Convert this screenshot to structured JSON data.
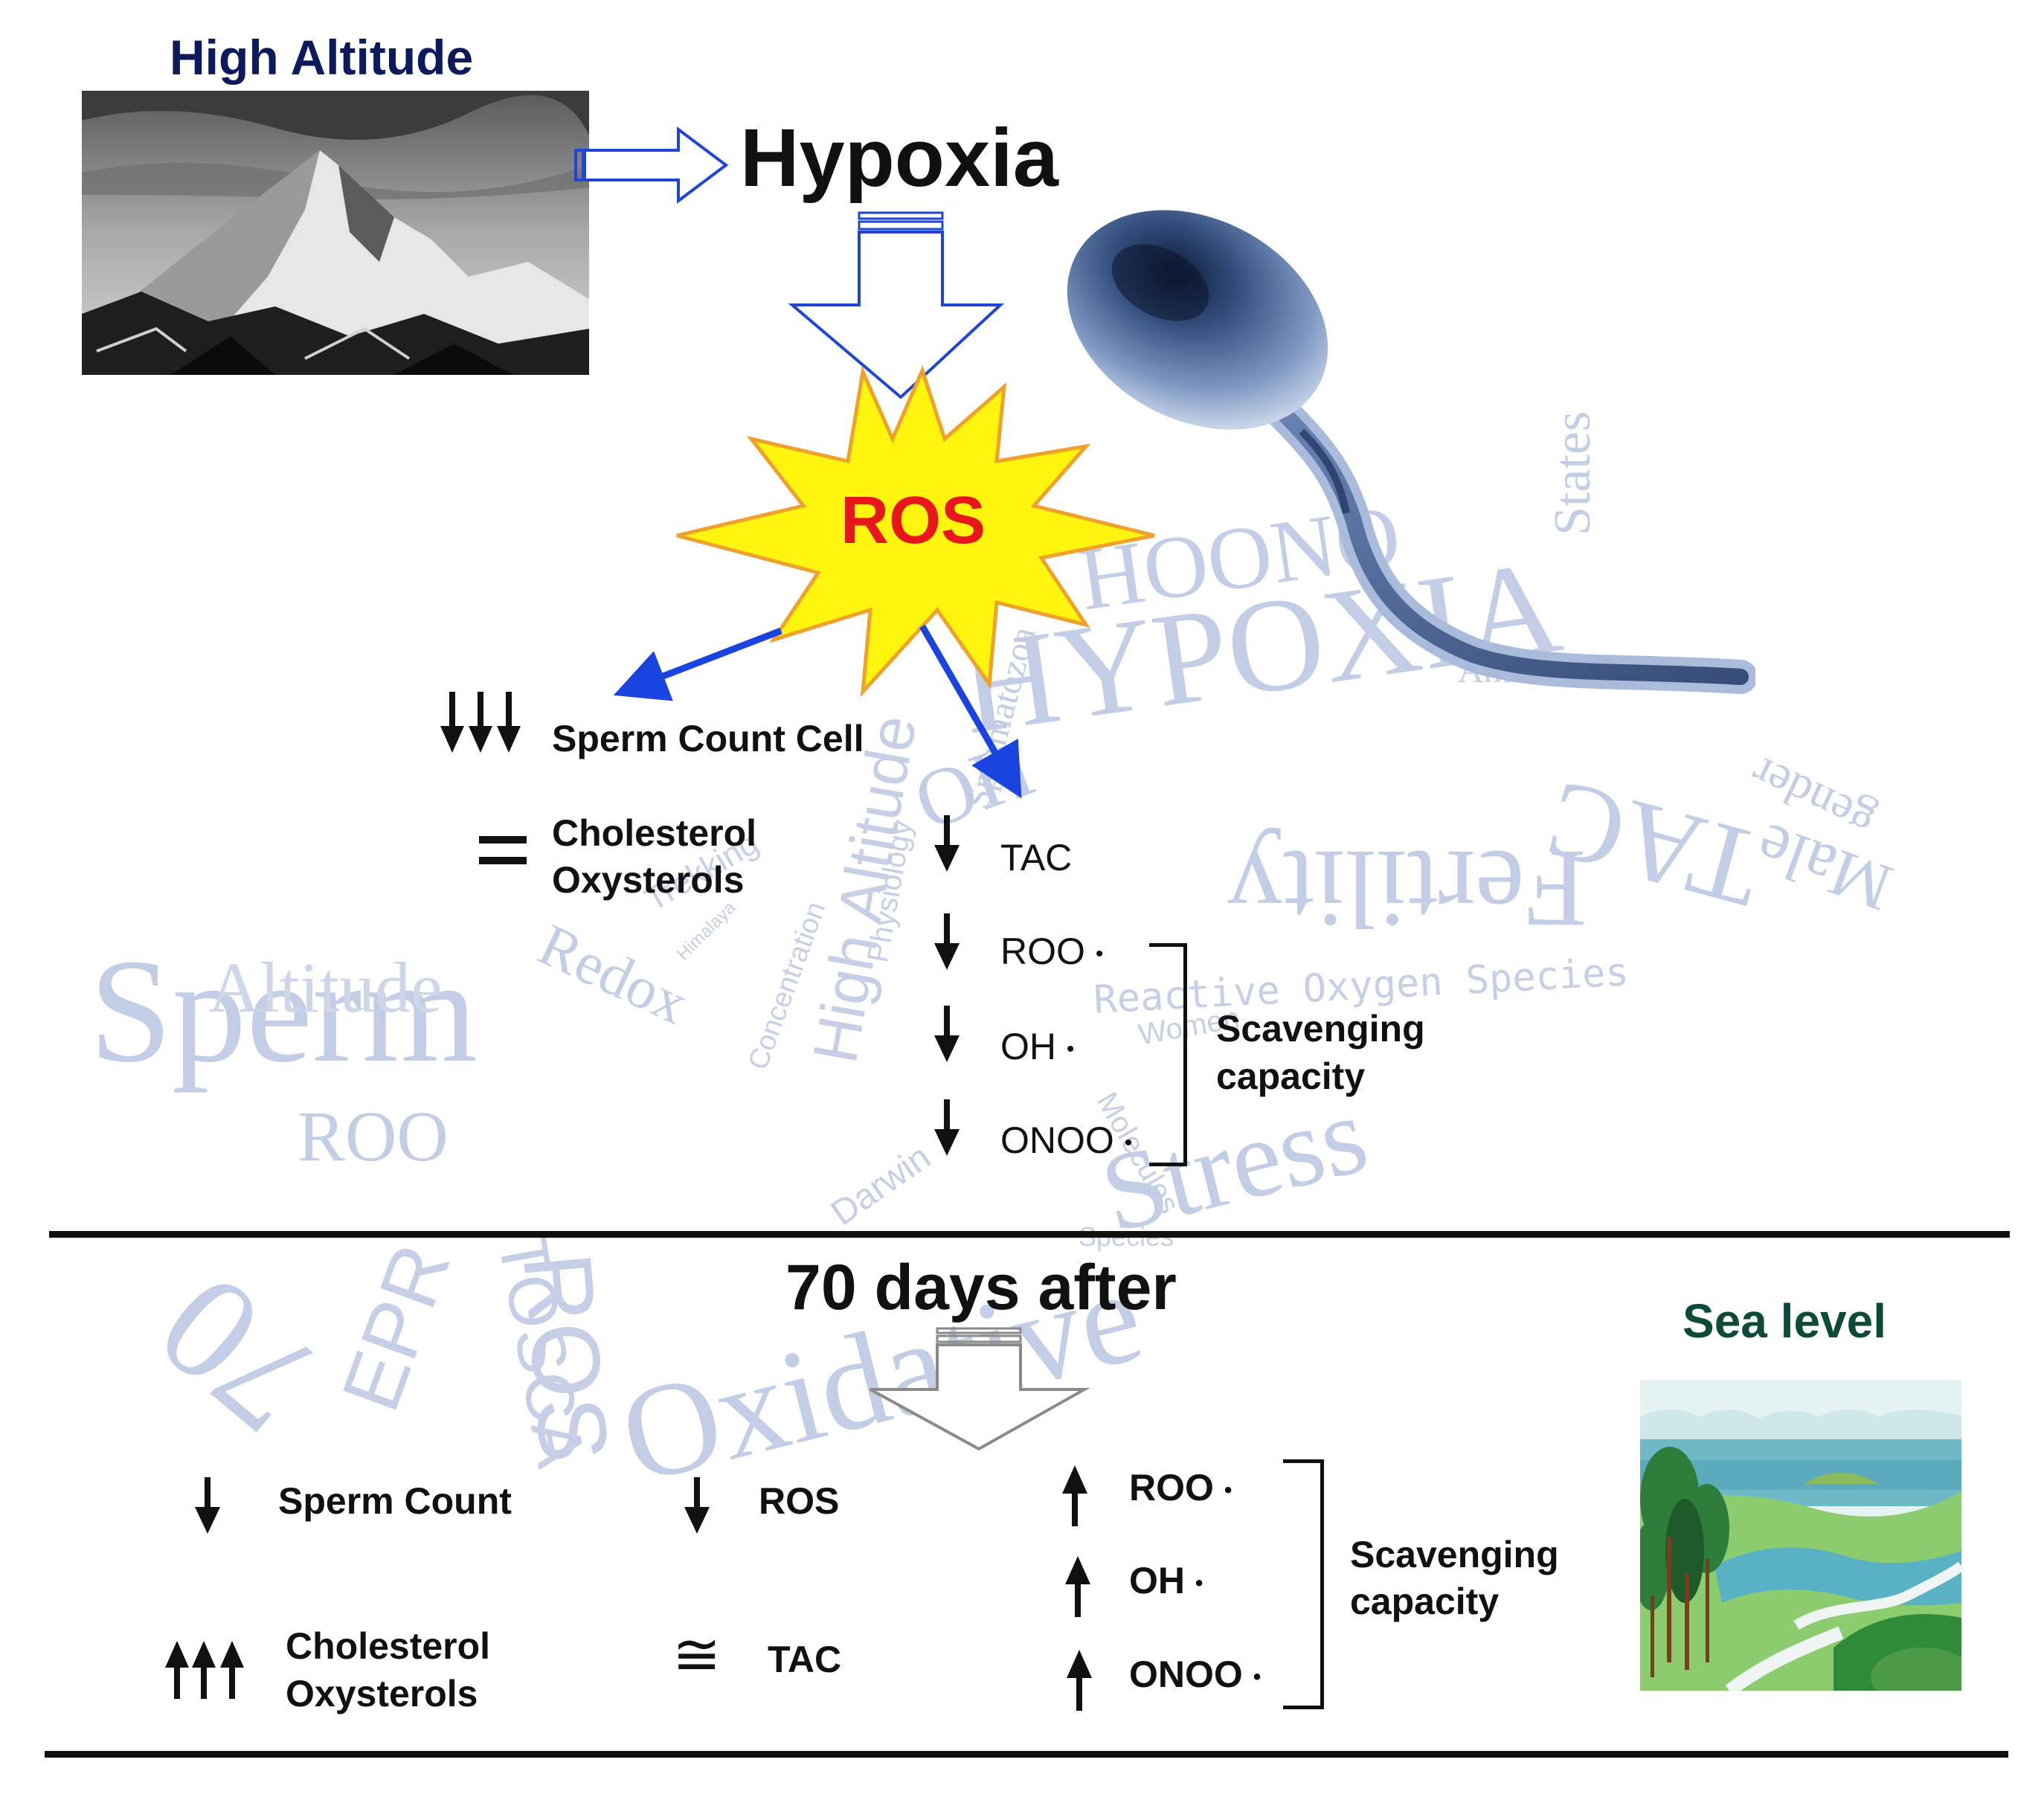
{
  "top": {
    "high_altitude_label": "High Altitude",
    "hypoxia_label": "Hypoxia",
    "ros_label": "ROS"
  },
  "upper_effects": {
    "sperm_count_cell": "Sperm Count Cell",
    "cholesterol": "Cholesterol",
    "oxysterols": "Oxysterols",
    "tac": "TAC",
    "roo": "ROO",
    "oh": "OH",
    "onoo": "ONOO",
    "dot": "•",
    "scavenging_line1": "Scavenging",
    "scavenging_line2": "capacity"
  },
  "middle": {
    "days_after_label": "70 days after",
    "sea_level_label": "Sea level"
  },
  "lower_effects": {
    "sperm_count": "Sperm Count",
    "ros": "ROS",
    "cholesterol": "Cholesterol",
    "oxysterols": "Oxysterols",
    "approx_symbol": "≅",
    "tac": "TAC",
    "roo": "ROO",
    "oh": "OH",
    "onoo": "ONOO",
    "dot": "•",
    "scavenging_line1": "Scavenging",
    "scavenging_line2": "capacity"
  },
  "word_cloud": {
    "w1": "HOONO",
    "w2": "HYPOXIA",
    "w3": "States",
    "w4": "Antioxidant",
    "w5": "Sperm",
    "w6": "Altitude",
    "w7": "ROO",
    "w8": "Redox",
    "w9": "Concentration",
    "w10": "High Altitude",
    "w11": "OH",
    "w12": "Spermatozoa",
    "w13": "Fertility",
    "w14": "TAC",
    "w15": "Male",
    "w16": "gender",
    "w17": "Reactive Oxygen Species",
    "w18": "Oxidative",
    "w19": "Stress",
    "w20": "70",
    "w21": "EPR",
    "w22": "TOSCA",
    "w23": "ROS",
    "w24": "Trekking",
    "w25": "Himalaya",
    "w26": "Darwin",
    "w27": "Molecules",
    "w28": "Species",
    "w29": "Women",
    "w30": "Physiology"
  },
  "colors": {
    "title_navy": "#0d1b5e",
    "ros_red": "#e8161b",
    "burst_yellow": "#fff50f",
    "burst_orange": "#f0a12b",
    "hollow_arrow_blue": "#1f45d6",
    "thin_arrow_blue": "#1a44e0",
    "sea_level_green": "#0e4a3a",
    "word_cloud": "#c3cde6"
  }
}
